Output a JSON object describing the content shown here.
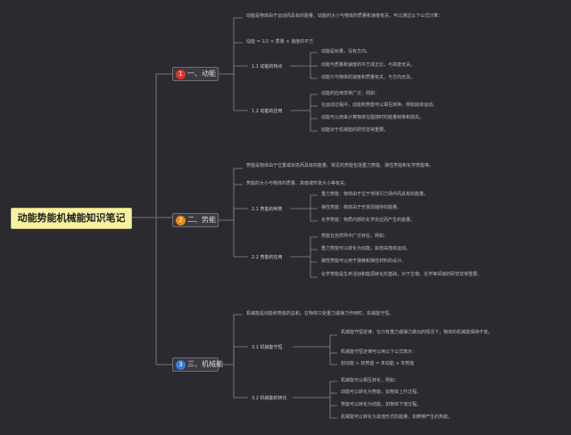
{
  "root": {
    "title": "动能势能机械能知识笔记"
  },
  "branches": [
    {
      "label": "一、动能",
      "number": "1",
      "color": "#e0342c",
      "texts": [
        "动能是物体由于运动而具有的能量。动能的大小与物体的质量和速度有关，可以通过以下公式计算：",
        "动能 = 1/2 × 质量 × 速度的平方",
        "动能是标量，没有方向。",
        "动能与质量和速度的平方成正比，与高度无关。",
        "动能只与物体的速度和质量有关，与方向无关。",
        "动能的应用非常广泛，例如：",
        "在运动过程中，动能和势能可以相互转换，例如抛体运动。",
        "动能可以用来计算物体在碰撞时的能量转移和损失。",
        "动能对于机械能的研究非常重要。"
      ],
      "subs": [
        "1.1 动能的特点",
        "1.2 动能的应用"
      ]
    },
    {
      "label": "二、势能",
      "number": "2",
      "color": "#e8891c",
      "texts": [
        "势能是物体由于位置或状态而具有的能量。常见的势能包括重力势能、弹性势能和化学势能等。",
        "势能的大小与物体的质量、高度或形变大小等有关。",
        "重力势能：物体由于位于地球引力场中而具有的能量。",
        "弹性势能：物体由于形变而储存的能量。",
        "化学势能：物质内部的化学反应而产生的能量。",
        "势能在自然界中广泛存在，例如：",
        "重力势能可以转化为动能，如自由落体运动。",
        "弹性势能可以用于弹簧和弹性材料的设计。",
        "化学势能是生命活动和能源转化的基础，对于生物、化学等领域的研究非常重要。"
      ],
      "subs": [
        "2.1 势能的种类",
        "2.2 势能的应用"
      ]
    },
    {
      "label": "三、机械能",
      "number": "3",
      "color": "#3a7bd5",
      "texts": [
        "机械能是动能和势能的总和。在物体只受重力或弹力作用时，机械能守恒。",
        "机械能守恒定律：在只有重力或弹力做功的情况下，物体的机械能保持不变。",
        "机械能守恒定律可以用以下公式表示：",
        "初动能 + 初势能 = 末动能 + 末势能",
        "机械能可以相互转化，例如：",
        "动能可以转化为势能，如物体上升过程。",
        "势能可以转化为动能，如物体下落过程。",
        "机械能可以转化为其他形式的能量，如摩擦产生的热能。"
      ],
      "subs": [
        "3.1 机械能守恒",
        "3.2 机械能的转化"
      ]
    }
  ]
}
